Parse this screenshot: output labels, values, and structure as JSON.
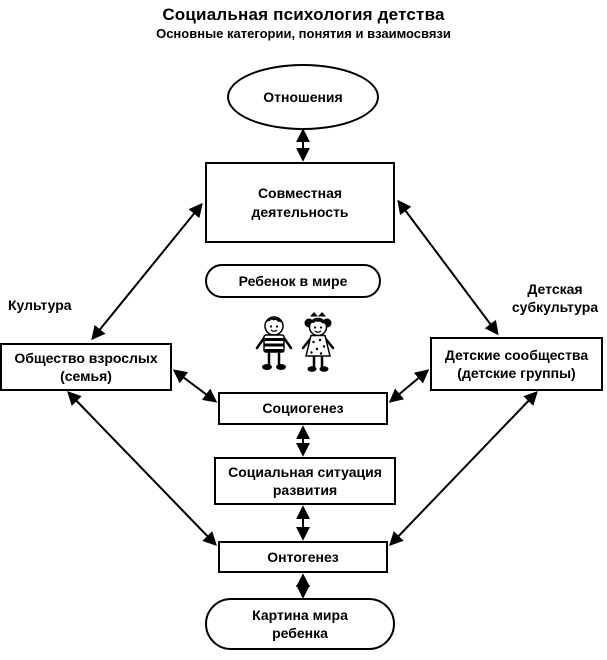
{
  "title": "Социальная психология детства",
  "subtitle": "Основные категории, понятия и взаимосвязи",
  "nodes": {
    "relations": {
      "label": "Отношения"
    },
    "joint_activity": {
      "label": "Совместная\nдеятельность"
    },
    "child_in_world": {
      "label": "Ребенок в мире"
    },
    "culture": {
      "label": "Культура"
    },
    "child_subculture": {
      "label": "Детская\nсубкультура"
    },
    "adult_society": {
      "label": "Общество взрослых\n(семья)"
    },
    "child_communities": {
      "label": "Детские сообщества\n(детские группы)"
    },
    "sociogenesis": {
      "label": "Социогенез"
    },
    "social_situation": {
      "label": "Социальная ситуация\nразвития"
    },
    "ontogenesis": {
      "label": "Онтогенез"
    },
    "world_picture": {
      "label": "Картина мира\nребенка"
    }
  },
  "colors": {
    "line": "#000000",
    "fill": "#ffffff"
  }
}
